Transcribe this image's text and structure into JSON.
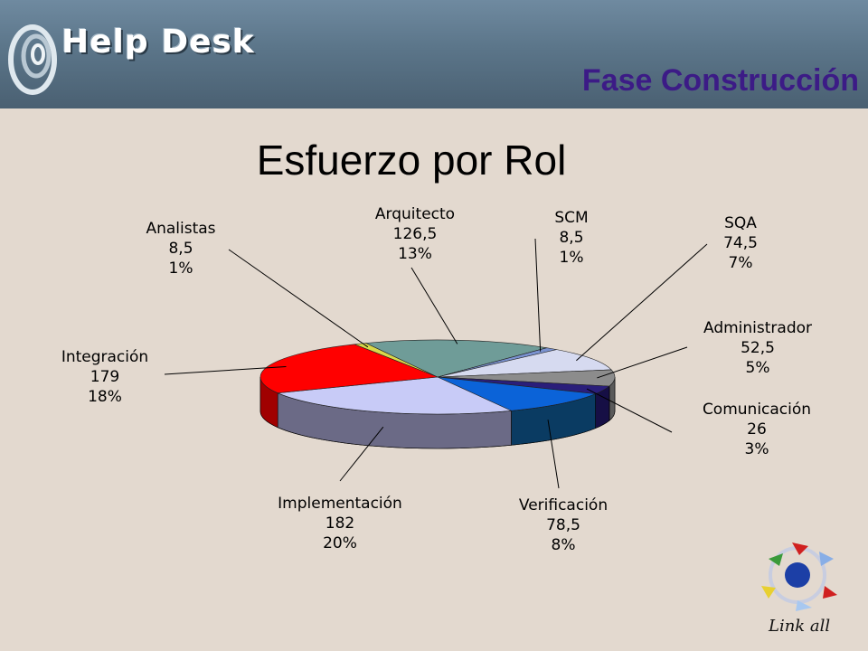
{
  "header": {
    "logo_text": "Help Desk",
    "phase_title": "Fase Construcción"
  },
  "footer": {
    "logo_text": "Link all"
  },
  "colors": {
    "header": "#5b7589",
    "phase_title": "#3c1b86",
    "background": "#e3d9cf"
  },
  "chart_data": {
    "type": "pie",
    "title": "Esfuerzo por Rol",
    "slices": [
      {
        "label": "Analistas",
        "value": "8,5",
        "percent": "1%",
        "v": 8.5,
        "color": "#d8d84a",
        "side": "#9a9a2a"
      },
      {
        "label": "Arquitecto",
        "value": "126,5",
        "percent": "13%",
        "v": 126.5,
        "color": "#6f9c98",
        "side": "#456a66"
      },
      {
        "label": "SCM",
        "value": "8,5",
        "percent": "1%",
        "v": 8.5,
        "color": "#7a92d0",
        "side": "#4c5f92"
      },
      {
        "label": "SQA",
        "value": "74,5",
        "percent": "7%",
        "v": 74.5,
        "color": "#d6daf0",
        "side": "#9fa3bd"
      },
      {
        "label": "Administrador",
        "value": "52,5",
        "percent": "5%",
        "v": 52.5,
        "color": "#8c8c8c",
        "side": "#5a5a5a"
      },
      {
        "label": "Comunicación",
        "value": "26",
        "percent": "3%",
        "v": 26,
        "color": "#2a1e7a",
        "side": "#160f45"
      },
      {
        "label": "Verificación",
        "value": "78,5",
        "percent": "8%",
        "v": 78.5,
        "color": "#0b63d8",
        "side": "#0a3b62"
      },
      {
        "label": "Implementación",
        "value": "182",
        "percent": "20%",
        "v": 182,
        "color": "#c8cbf7",
        "side": "#6b6a86"
      },
      {
        "label": "Integración",
        "value": "179",
        "percent": "18%",
        "v": 179,
        "color": "#ff0000",
        "side": "#a00000"
      }
    ]
  }
}
